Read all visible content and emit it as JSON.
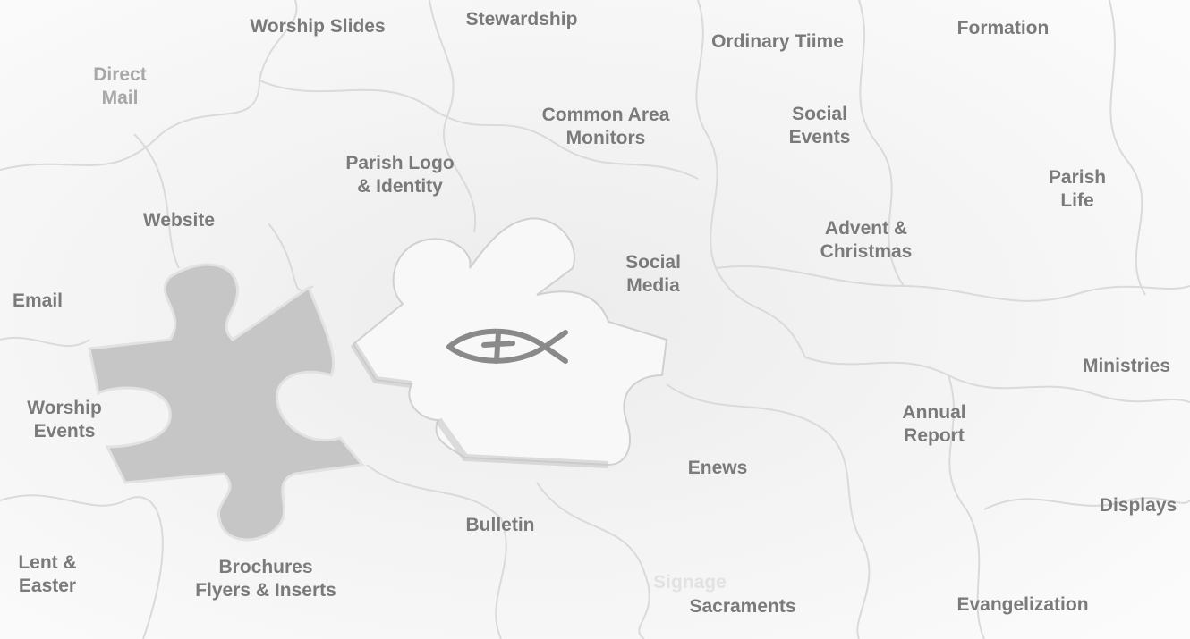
{
  "labels": {
    "worship_slides": "Worship Slides",
    "stewardship": "Stewardship",
    "ordinary_time": "Ordinary Tiime",
    "formation": "Formation",
    "direct_mail": "Direct\nMail",
    "common_area_monitors": "Common Area\nMonitors",
    "social_events": "Social\nEvents",
    "parish_logo": "Parish Logo\n& Identity",
    "parish_life": "Parish\nLife",
    "website": "Website",
    "advent_christmas": "Advent &\nChristmas",
    "social_media": "Social\nMedia",
    "email": "Email",
    "ministries": "Ministries",
    "worship_events": "Worship\nEvents",
    "annual_report": "Annual\nReport",
    "enews": "Enews",
    "displays": "Displays",
    "bulletin": "Bulletin",
    "lent_easter": "Lent &\nEaster",
    "brochures": "Brochures\nFlyers & Inserts",
    "signage": "Signage",
    "sacraments": "Sacraments",
    "evangelization": "Evangelization"
  },
  "icons": {
    "center": "ichthys-fish-icon"
  },
  "colors": {
    "label": "#7a7a7a",
    "missing_piece": "#c6c6c6",
    "background": "#f3f3f3"
  }
}
